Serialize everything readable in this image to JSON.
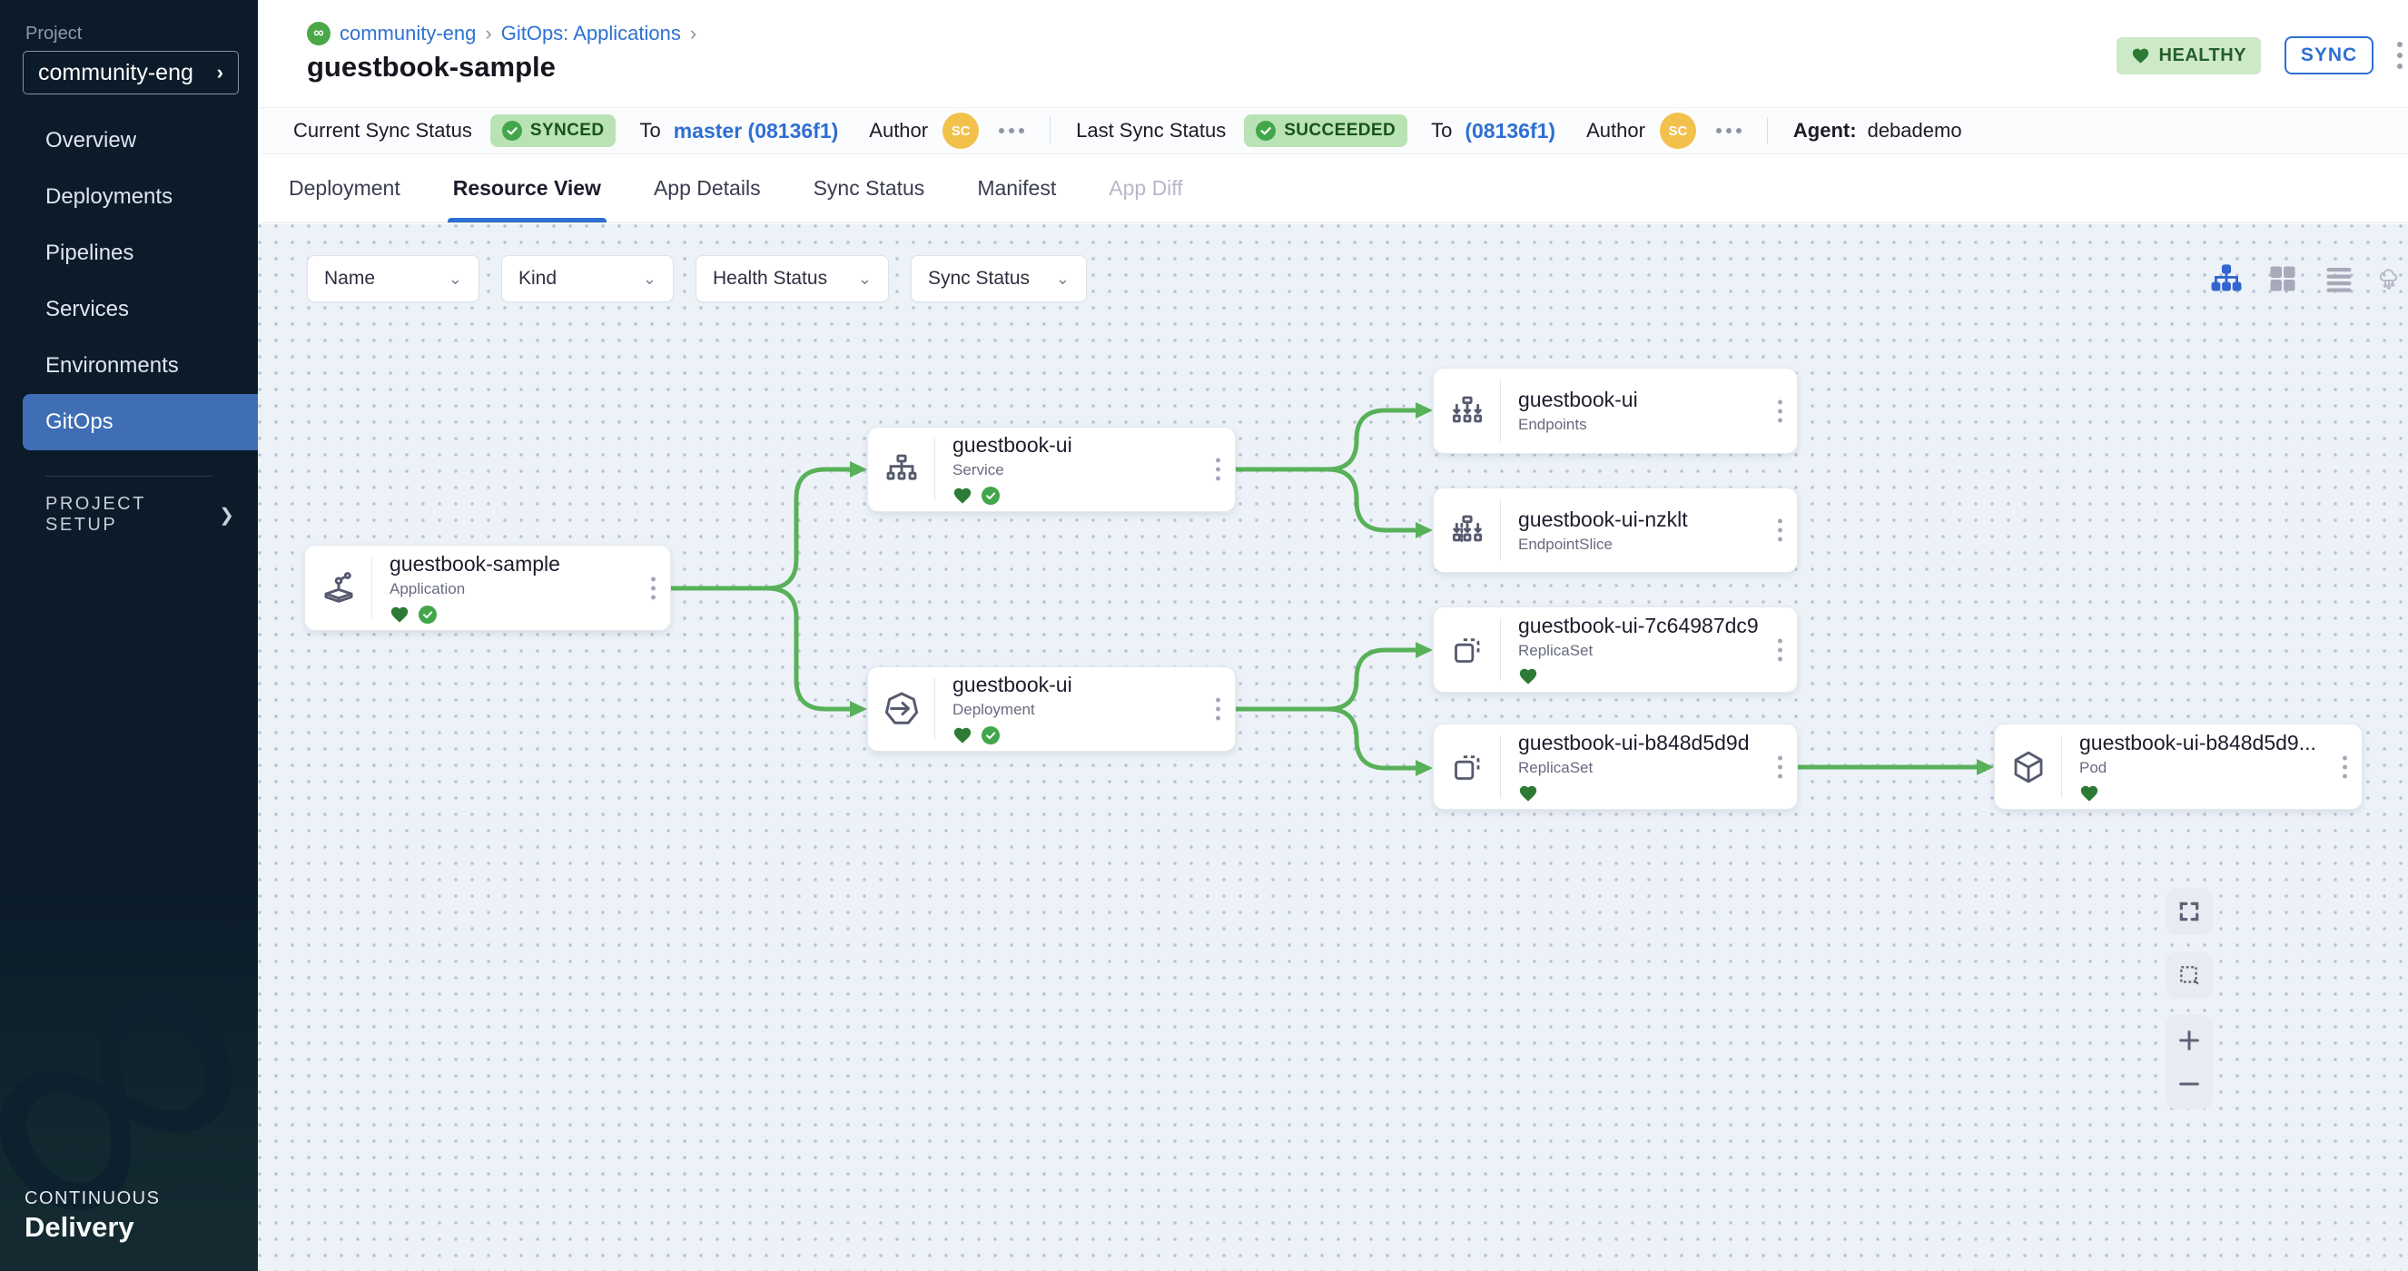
{
  "sidebar": {
    "project_label": "Project",
    "project_name": "community-eng",
    "items": [
      {
        "label": "Overview",
        "active": false
      },
      {
        "label": "Deployments",
        "active": false
      },
      {
        "label": "Pipelines",
        "active": false
      },
      {
        "label": "Services",
        "active": false
      },
      {
        "label": "Environments",
        "active": false
      },
      {
        "label": "GitOps",
        "active": true
      }
    ],
    "project_setup_label": "PROJECT SETUP",
    "brand_top": "CONTINUOUS",
    "brand_bottom": "Delivery"
  },
  "header": {
    "breadcrumb": [
      {
        "label": "community-eng"
      },
      {
        "label": "GitOps: Applications"
      }
    ],
    "title": "guestbook-sample",
    "health_badge": "HEALTHY",
    "sync_button": "SYNC"
  },
  "statusbar": {
    "current_label": "Current Sync Status",
    "current_badge": "SYNCED",
    "to_label": "To",
    "current_ref": "master (08136f1)",
    "author_label": "Author",
    "avatar_initials": "SC",
    "last_label": "Last Sync Status",
    "last_badge": "SUCCEEDED",
    "last_to_label": "To",
    "last_ref": "(08136f1)",
    "last_author_label": "Author",
    "last_avatar_initials": "SC",
    "agent_label": "Agent:",
    "agent_value": "debademo"
  },
  "tabs": [
    {
      "label": "Deployment",
      "state": "normal"
    },
    {
      "label": "Resource View",
      "state": "active"
    },
    {
      "label": "App Details",
      "state": "normal"
    },
    {
      "label": "Sync Status",
      "state": "normal"
    },
    {
      "label": "Manifest",
      "state": "normal"
    },
    {
      "label": "App Diff",
      "state": "disabled"
    }
  ],
  "filters": [
    "Name",
    "Kind",
    "Health Status",
    "Sync Status"
  ],
  "graph": {
    "nodes": [
      {
        "title": "guestbook-sample",
        "kind": "Application",
        "healthy": true,
        "synced": true
      },
      {
        "title": "guestbook-ui",
        "kind": "Service",
        "healthy": true,
        "synced": true
      },
      {
        "title": "guestbook-ui",
        "kind": "Deployment",
        "healthy": true,
        "synced": true
      },
      {
        "title": "guestbook-ui",
        "kind": "Endpoints",
        "healthy": false,
        "synced": false
      },
      {
        "title": "guestbook-ui-nzklt",
        "kind": "EndpointSlice",
        "healthy": false,
        "synced": false
      },
      {
        "title": "guestbook-ui-7c64987dc9",
        "kind": "ReplicaSet",
        "healthy": true,
        "synced": false
      },
      {
        "title": "guestbook-ui-b848d5d9d",
        "kind": "ReplicaSet",
        "healthy": true,
        "synced": false
      },
      {
        "title": "guestbook-ui-b848d5d9...",
        "kind": "Pod",
        "healthy": true,
        "synced": false
      }
    ],
    "edges": [
      "Application->Service",
      "Application->Deployment",
      "Service->Endpoints",
      "Service->EndpointSlice",
      "Deployment->ReplicaSet(7c64987dc9)",
      "Deployment->ReplicaSet(b848d5d9d)",
      "ReplicaSet(b848d5d9d)->Pod"
    ]
  },
  "colors": {
    "sidebar_bg": "#0b1b2a",
    "nav_active": "#3f6eb5",
    "link_blue": "#2d72d2",
    "primary_blue": "#2e6fd2",
    "edge_green": "#58b159",
    "healthy_bg": "#cde9c8",
    "synced_bg": "#b9e3b4",
    "heart_green": "#2c7a33",
    "check_green": "#43a64a",
    "avatar_yellow": "#f2c14b",
    "canvas_bg": "#ecf2f8"
  }
}
